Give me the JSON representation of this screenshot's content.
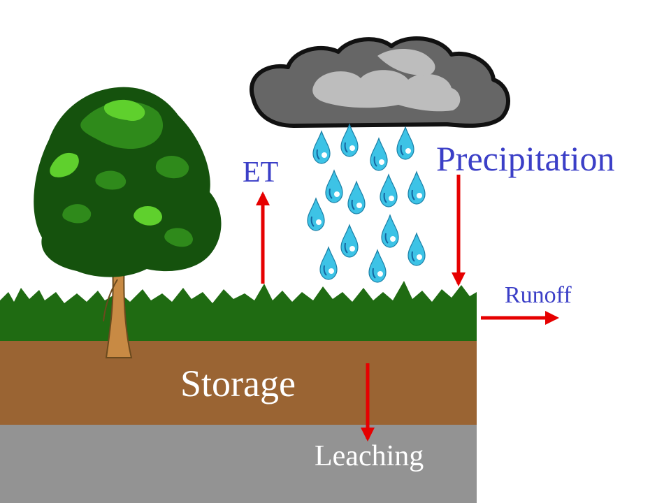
{
  "labels": {
    "precipitation": "Precipitation",
    "et": "ET",
    "runoff": "Runoff",
    "storage": "Storage",
    "leaching": "Leaching"
  },
  "colors": {
    "label_blue": "#3b3fc7",
    "arrow_red": "#e60000",
    "grass_green": "#1f6b12",
    "soil_brown": "#9a6433",
    "subsoil_gray": "#939393",
    "water_drop": "#3dc3e6",
    "cloud_gray": "#666666",
    "tree_dark": "#15520d",
    "tree_light": "#5fd02d",
    "trunk": "#c88a44"
  },
  "icons": [
    "cloud-icon",
    "raindrop-icon",
    "tree-icon"
  ]
}
